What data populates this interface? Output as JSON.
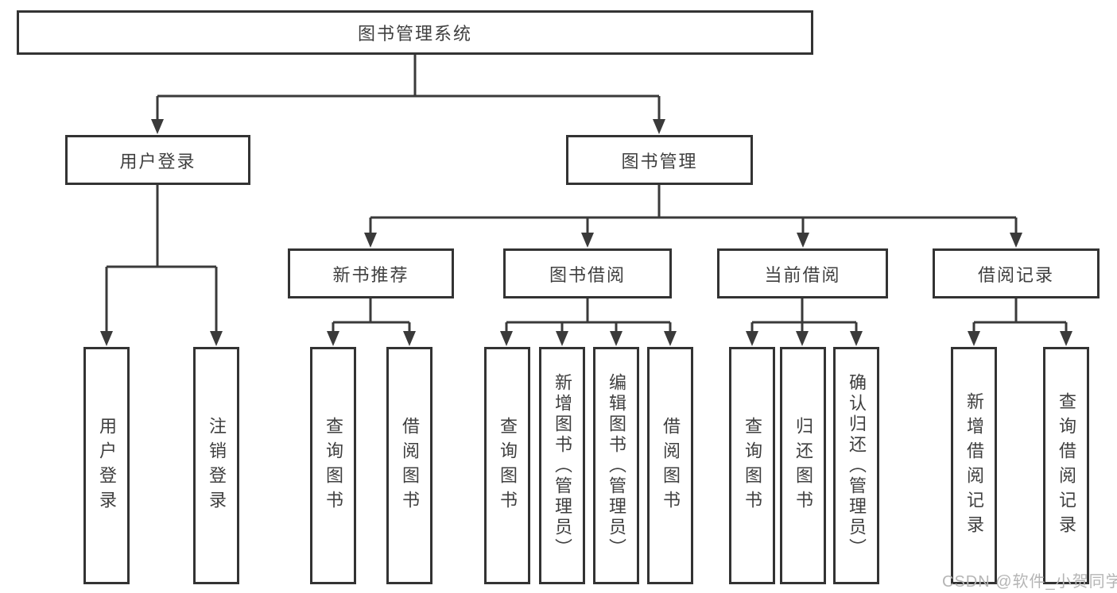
{
  "diagram": {
    "title": "图书管理系统",
    "level2": [
      {
        "label": "用户登录"
      },
      {
        "label": "图书管理"
      }
    ],
    "level3": [
      {
        "label": "新书推荐"
      },
      {
        "label": "图书借阅"
      },
      {
        "label": "当前借阅"
      },
      {
        "label": "借阅记录"
      }
    ],
    "leaves": {
      "user_login": [
        "用户登录",
        "注销登录"
      ],
      "new_book_recommend": [
        "查询图书",
        "借阅图书"
      ],
      "book_borrow": [
        "查询图书",
        "新增图书（管理员）",
        "编辑图书（管理员）",
        "借阅图书"
      ],
      "current_borrow": [
        "查询图书",
        "归还图书",
        "确认归还（管理员）"
      ],
      "borrow_records": [
        "新增借阅记录",
        "查询借阅记录"
      ]
    }
  },
  "watermark": "CSDN @软件_小贺同学",
  "colors": {
    "line": "#3a3a3a",
    "box_border": "#333333",
    "text": "#3f3f3f",
    "watermark": "#b5b5b5",
    "background": "#ffffff"
  }
}
